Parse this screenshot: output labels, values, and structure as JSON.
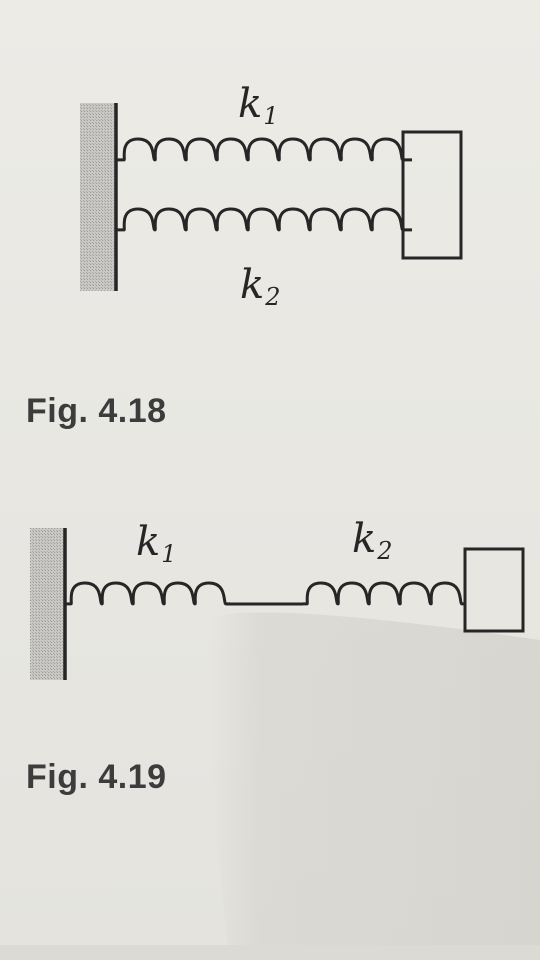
{
  "figures": [
    {
      "caption": "Fig. 4.18",
      "arrangement": "parallel",
      "springs": [
        {
          "symbol": "k",
          "subscript": "1"
        },
        {
          "symbol": "k",
          "subscript": "2"
        }
      ]
    },
    {
      "caption": "Fig. 4.19",
      "arrangement": "series",
      "springs": [
        {
          "symbol": "k",
          "subscript": "1"
        },
        {
          "symbol": "k",
          "subscript": "2"
        }
      ]
    }
  ],
  "colors": {
    "paper": "#e9e8e3",
    "ink": "#262626",
    "caption": "#3c3c3c",
    "shadow": "#cfcdc6"
  }
}
